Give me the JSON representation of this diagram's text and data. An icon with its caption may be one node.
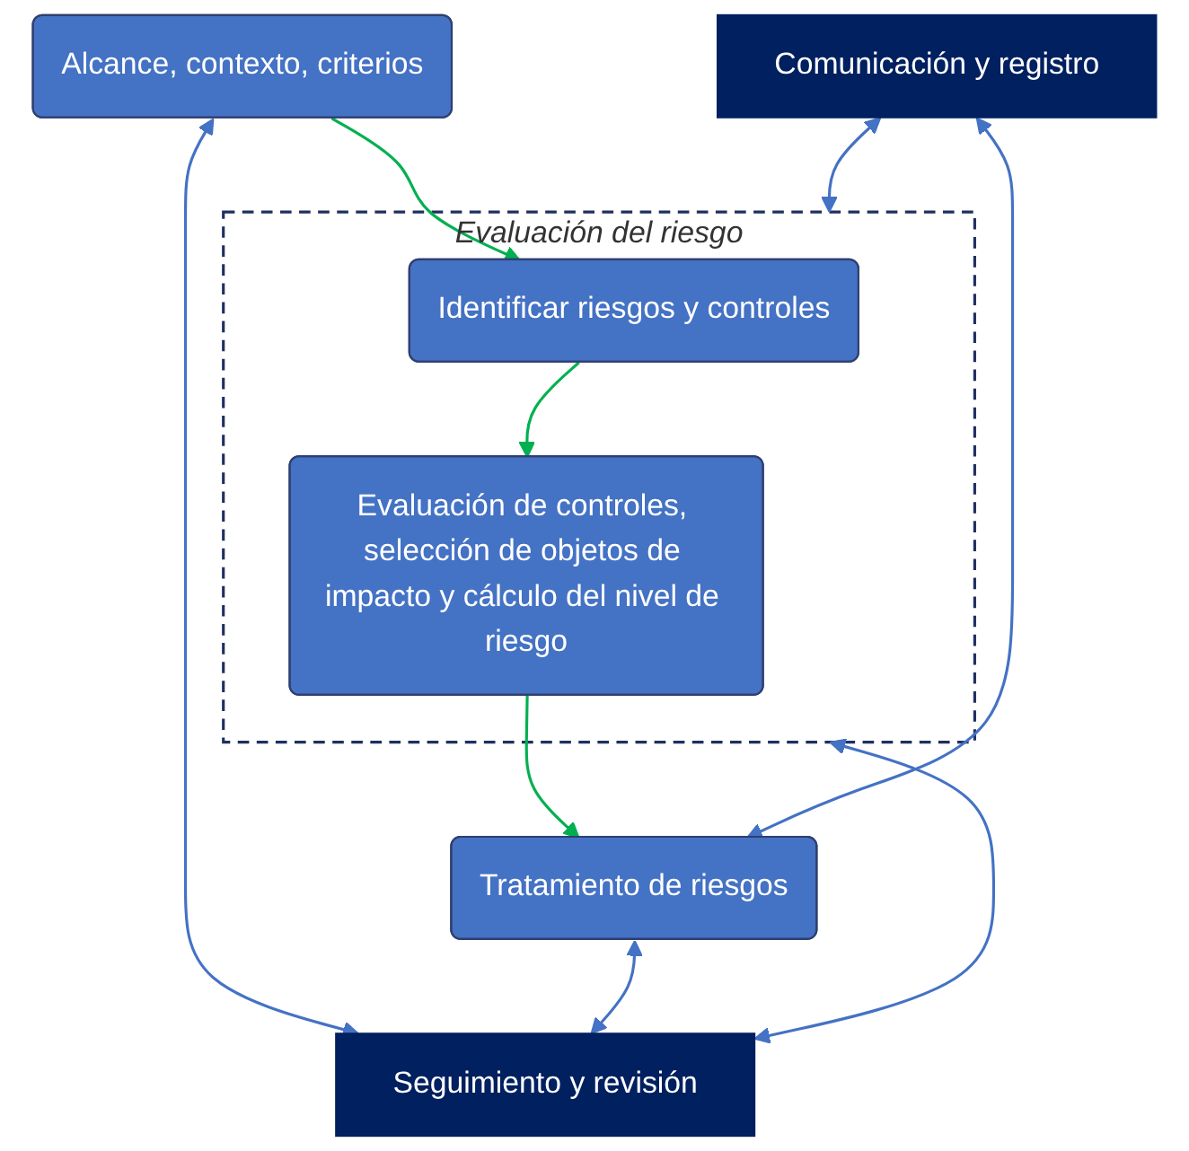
{
  "diagram": {
    "nodes": [
      {
        "text": [
          "Alcance, contexto, criterios"
        ]
      },
      {
        "text": [
          "Comunicación y registro"
        ]
      },
      {
        "text": [
          "Seguimiento y revisión"
        ]
      },
      {
        "text": [
          "Evaluación del riesgo"
        ]
      },
      {
        "text": [
          "Identificar riesgos y controles"
        ],
        "in": 3
      },
      {
        "text": [
          "Evaluación de controles, selección de objetos de impacto y cálculo del nivel de riesgo"
        ],
        "in": 3
      },
      {
        "text": [
          "Tratamiento de riesgos"
        ]
      }
    ],
    "edges": [
      {
        "from": 0,
        "to": 4,
        "arrow": "to",
        "color": "#00b050"
      },
      {
        "from": 4,
        "to": 5,
        "arrow": "to",
        "color": "#00b050"
      },
      {
        "from": 5,
        "to": 6,
        "arrow": "to",
        "color": "#00b050"
      },
      {
        "from": 0,
        "to": 2,
        "arrow": "both"
      },
      {
        "from": 1,
        "to": 3,
        "arrow": "both"
      },
      {
        "from": 3,
        "to": 2,
        "arrow": "both"
      },
      {
        "from": 1,
        "to": 6,
        "arrow": "both"
      },
      {
        "from": 6,
        "to": 2,
        "arrow": "both"
      }
    ]
  }
}
